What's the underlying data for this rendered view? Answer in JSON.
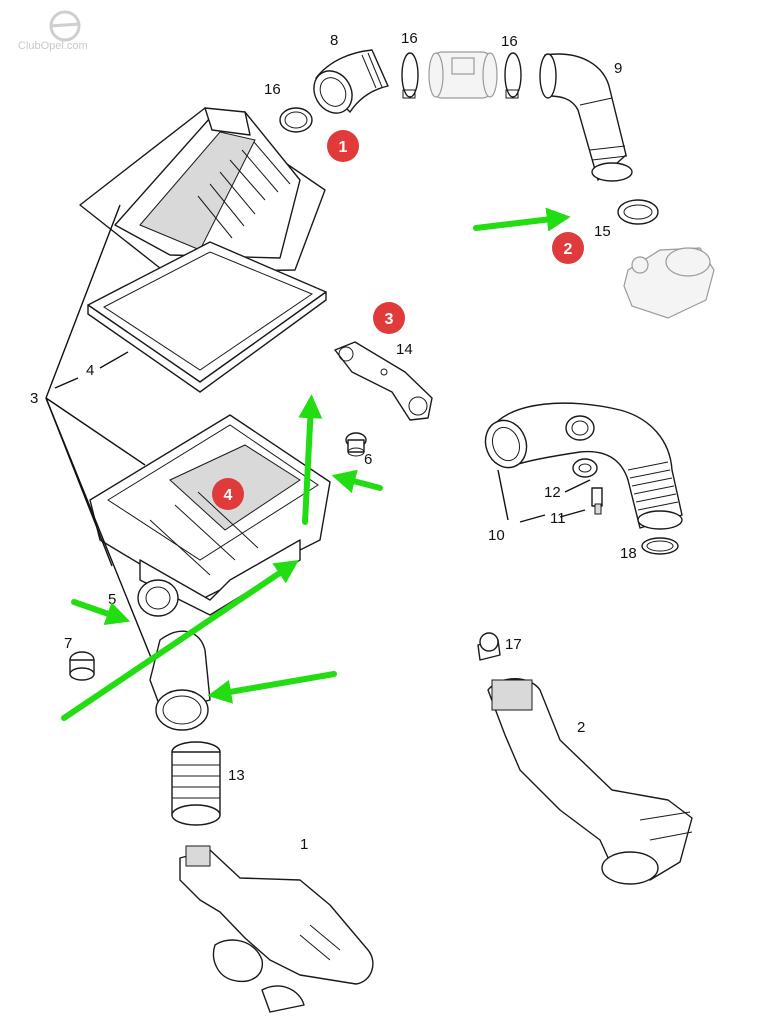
{
  "watermark": {
    "text": "ClubOpel.com"
  },
  "part_labels": [
    "1",
    "2",
    "3",
    "4",
    "5",
    "6",
    "7",
    "8",
    "9",
    "10",
    "11",
    "12",
    "13",
    "14",
    "15",
    "16",
    "16",
    "16",
    "17",
    "18"
  ],
  "badges": [
    "1",
    "2",
    "3",
    "4"
  ],
  "colors": {
    "arrow": "#22dd11",
    "badge": "#e03a3a",
    "line": "#1a1a1a",
    "ghost": "#9a9a9a"
  }
}
